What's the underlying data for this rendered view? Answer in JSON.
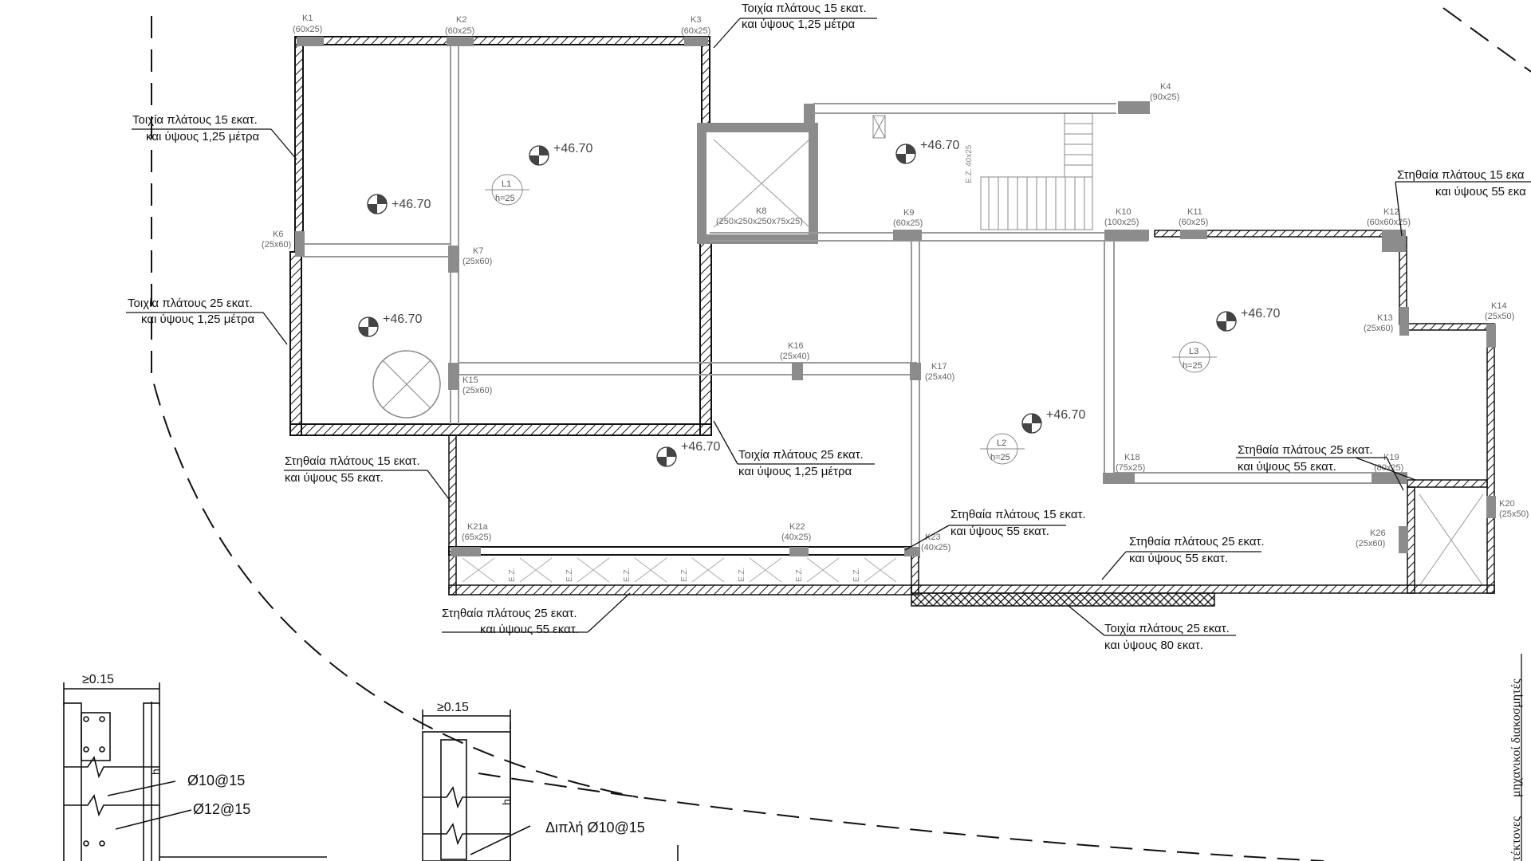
{
  "wall_notes": [
    {
      "id": "n1",
      "line1": "Τοιχία πλάτους 15 εκατ.",
      "line2": "και ύψους 1,25 μέτρα"
    },
    {
      "id": "n2",
      "line1": "Τοιχία πλάτους 15 εκατ.",
      "line2": "και ύψους 1,25 μέτρα"
    },
    {
      "id": "n3",
      "line1": "Τοιχία πλάτους 25 εκατ.",
      "line2": "και ύψους 1,25 μέτρα"
    },
    {
      "id": "n4",
      "line1": "Τοιχία πλάτους 25 εκατ.",
      "line2": "και ύψους 1,25 μέτρα"
    },
    {
      "id": "n5",
      "line1": "Στηθαία πλάτους 15 εκατ.",
      "line2": "και ύψους 55 εκατ."
    },
    {
      "id": "n6",
      "line1": "Στηθαία πλάτους 15 εκατ.",
      "line2": "και ύψους 55 εκατ."
    },
    {
      "id": "n7",
      "line1": "Στηθαία πλάτους 25 εκατ.",
      "line2": "και ύψους 55 εκατ."
    },
    {
      "id": "n8",
      "line1": "Στηθαία πλάτους 25 εκατ.",
      "line2": "και ύψους 55 εκατ."
    },
    {
      "id": "n9",
      "line1": "Στηθαία πλάτους 25 εκατ.",
      "line2": "και ύψους 55 εκατ."
    },
    {
      "id": "n10",
      "line1": "Τοιχία πλάτους 25 εκατ.",
      "line2": "και ύψους 80 εκατ."
    },
    {
      "id": "n11",
      "line1": "Στηθαία πλάτους 15 εκα",
      "line2": "και ύψους 55 εκα"
    }
  ],
  "columns": [
    {
      "name": "K1",
      "size": "(60x25)"
    },
    {
      "name": "K2",
      "size": "(60x25)"
    },
    {
      "name": "K3",
      "size": "(60x25)"
    },
    {
      "name": "K4",
      "size": "(90x25)"
    },
    {
      "name": "K6",
      "size": "(25x60)"
    },
    {
      "name": "K7",
      "size": "(25x60)"
    },
    {
      "name": "K8",
      "size": "(250x250x250x75x25)"
    },
    {
      "name": "K9",
      "size": "(60x25)"
    },
    {
      "name": "K10",
      "size": "(100x25)"
    },
    {
      "name": "K11",
      "size": "(60x25)"
    },
    {
      "name": "K12",
      "size": "(60x60x25)"
    },
    {
      "name": "K13",
      "size": "(25x60)"
    },
    {
      "name": "K14",
      "size": "(25x50)"
    },
    {
      "name": "K15",
      "size": "(25x60)"
    },
    {
      "name": "K16",
      "size": "(25x40)"
    },
    {
      "name": "K17",
      "size": "(25x40)"
    },
    {
      "name": "K18",
      "size": "(75x25)"
    },
    {
      "name": "K19",
      "size": "(80x25)"
    },
    {
      "name": "K20",
      "size": "(25x50)"
    },
    {
      "name": "K21a",
      "size": "(65x25)"
    },
    {
      "name": "K22",
      "size": "(40x25)"
    },
    {
      "name": "K23",
      "size": "(40x25)"
    },
    {
      "name": "K26",
      "size": "(25x60)"
    }
  ],
  "elevation": "+46.70",
  "slabs": [
    {
      "name": "L1",
      "h": "h=25"
    },
    {
      "name": "L2",
      "h": "h=25"
    },
    {
      "name": "L3",
      "h": "h=25"
    }
  ],
  "ez_label": "E.Z.",
  "stair_label": "E.Z. 40x25",
  "details": {
    "dim1": "≥0.15",
    "dim2": "≥0.15",
    "h": "h",
    "rebar1": "Ø10@15",
    "rebar2": "Ø12@15",
    "rebar3": "Διπλή Ø10@15"
  },
  "side_text": [
    "μηχανικοί διακοσμητές",
    "τέκτονες"
  ],
  "colors": {
    "ink": "#111111",
    "column": "#8c8c8c",
    "grey_line": "#9a9a9a"
  }
}
